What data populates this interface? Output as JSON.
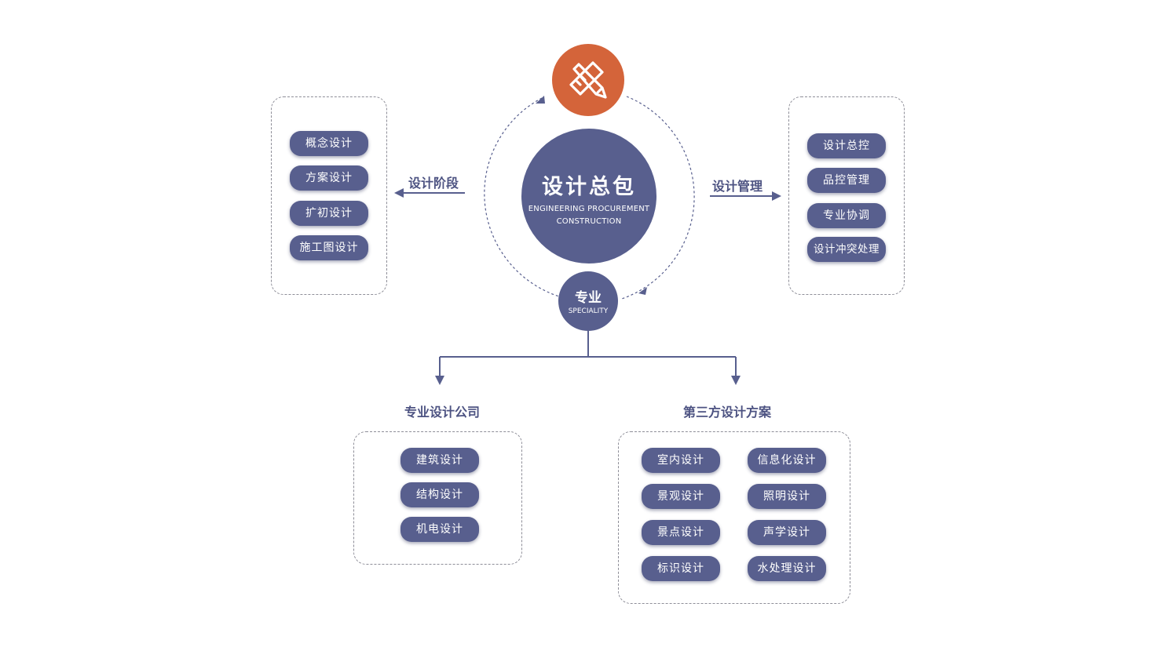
{
  "colors": {
    "primary": "#585f8e",
    "accent": "#d4643a",
    "label": "#4d5382",
    "dashed_border": "#8e8e98"
  },
  "center": {
    "title": "设计总包",
    "subtitle_line1": "ENGINEERING PROCUREMENT",
    "subtitle_line2": "CONSTRUCTION",
    "top_icon": "pencil-ruler-icon"
  },
  "speciality": {
    "title": "专业",
    "subtitle": "SPECIALITY"
  },
  "left_group": {
    "arrow_label": "设计阶段",
    "items": [
      "概念设计",
      "方案设计",
      "扩初设计",
      "施工图设计"
    ]
  },
  "right_group": {
    "arrow_label": "设计管理",
    "items": [
      "设计总控",
      "品控管理",
      "专业协调",
      "设计冲突处理"
    ]
  },
  "bottom_left_group": {
    "title": "专业设计公司",
    "items": [
      "建筑设计",
      "结构设计",
      "机电设计"
    ]
  },
  "bottom_right_group": {
    "title": "第三方设计方案",
    "items_col1": [
      "室内设计",
      "景观设计",
      "景点设计",
      "标识设计"
    ],
    "items_col2": [
      "信息化设计",
      "照明设计",
      "声学设计",
      "水处理设计"
    ]
  }
}
